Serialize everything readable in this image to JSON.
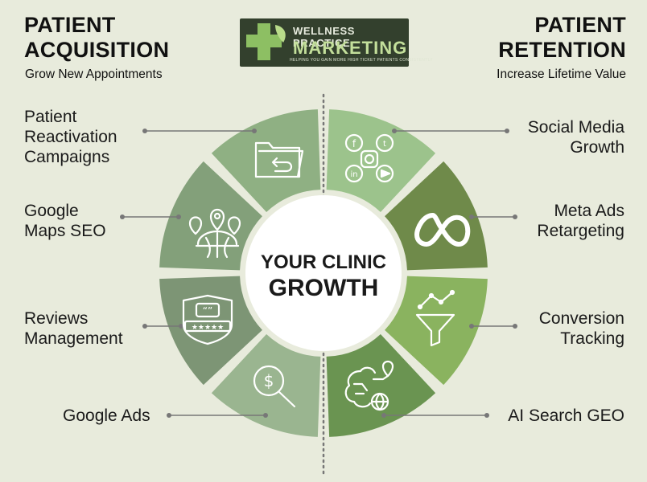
{
  "header": {
    "left_title_line1": "PATIENT",
    "left_title_line2": "ACQUISITION",
    "left_subtitle": "Grow New Appointments",
    "right_title_line1": "PATIENT",
    "right_title_line2": "RETENTION",
    "right_subtitle": "Increase Lifetime Value"
  },
  "logo": {
    "line1": "WELLNESS PRACTICE",
    "line2": "MARKETING",
    "tagline": "HELPING YOU GAIN MORE HIGH TICKET PATIENTS CONSISTENTLY"
  },
  "center": {
    "line1": "YOUR CLINIC",
    "line2": "GROWTH"
  },
  "left_items": [
    {
      "line1": "Patient",
      "line2": "Reactivation",
      "line3": "Campaigns",
      "icon": "folder-return-icon"
    },
    {
      "line1": "Google",
      "line2": "Maps SEO",
      "icon": "map-pins-globe-icon"
    },
    {
      "line1": "Reviews",
      "line2": "Management",
      "icon": "review-stars-shield-icon"
    },
    {
      "line1": "Google Ads",
      "icon": "dollar-search-icon"
    }
  ],
  "right_items": [
    {
      "line1": "Social Media",
      "line2": "Growth",
      "icon": "social-media-icons"
    },
    {
      "line1": "Meta Ads",
      "line2": "Retargeting",
      "icon": "meta-infinity-icon"
    },
    {
      "line1": "Conversion",
      "line2": "Tracking",
      "icon": "funnel-chart-icon"
    },
    {
      "line1": "AI Search GEO",
      "icon": "ai-brain-globe-icon"
    }
  ],
  "colors": {
    "background": "#e8ebdc",
    "segment_colors": [
      "#8fb083",
      "#83a07a",
      "#7d9575",
      "#9ab590",
      "#9cc38c",
      "#6f8a4a",
      "#8ab35f",
      "#6a9451"
    ],
    "logo_bg": "#33402d",
    "logo_accent": "#c3df9b"
  }
}
